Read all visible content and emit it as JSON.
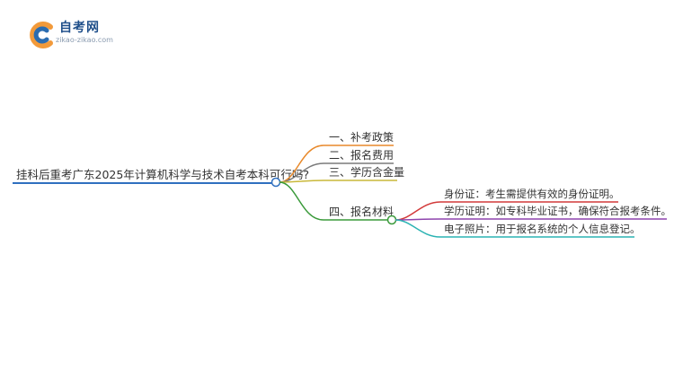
{
  "logo": {
    "title": "自考网",
    "subtitle": "zikao-zikao.com",
    "colors": {
      "orange": "#f29a3a",
      "blue": "#2b6cb0",
      "navy": "#1f4f8a"
    }
  },
  "mindmap": {
    "root": {
      "label": "挂科后重考广东2025年计算机科学与技术自考本科可行吗?",
      "color": "#2f6fbf"
    },
    "branches": [
      {
        "label": "一、补考政策",
        "color": "#e8892b"
      },
      {
        "label": "二、报名费用",
        "color": "#7a7a7a"
      },
      {
        "label": "三、学历含金量",
        "color": "#c9b83a"
      },
      {
        "label": "四、报名材料",
        "color": "#3a9a3a",
        "children": [
          {
            "label": "身份证：考生需提供有效的身份证明。",
            "color": "#d23a3a"
          },
          {
            "label": "学历证明：如专科毕业证书，确保符合报考条件。",
            "color": "#8e44ad"
          },
          {
            "label": "电子照片：用于报名系统的个人信息登记。",
            "color": "#2bb3b3"
          }
        ]
      }
    ]
  }
}
